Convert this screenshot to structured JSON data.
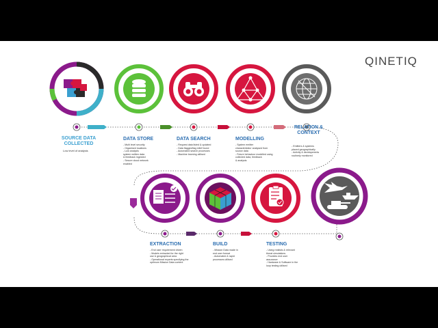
{
  "brand": {
    "logo": "QINETIQ"
  },
  "stages": [
    {
      "id": "source",
      "title": "SOURCE DATA COLLECTED",
      "desc": "Low level of analysis",
      "icon": "puzzle-icon",
      "color": "#3a9fd0"
    },
    {
      "id": "store",
      "title": "DATA STORE",
      "desc": "- Multi level security\n- Organised locations\n- Low analysis\n  system written data\n  & feedback ingested\n- Secure cloud network\n  enabled",
      "icon": "database-icon",
      "color": "#5cc13a"
    },
    {
      "id": "search",
      "title": "DATA SEARCH",
      "desc": "- Request data listed & updated\n- Data flagged/tag relief found\n- Automated search processes\n- Machine learning utilised",
      "icon": "binoculars-icon",
      "color": "#d6163f"
    },
    {
      "id": "modelling",
      "title": "MODELLING",
      "desc": "- System emitter\n  characteristics' analysed from\n  source data\n- Future behaviour modelled using\n  collected data, feedback\n  & analysis",
      "icon": "network-icon",
      "color": "#d6163f"
    },
    {
      "id": "relation",
      "title": "RELATION & CONTEXT",
      "desc": "- Emitters & systems\n  placed geographically\n- Activity & developments\n  routinely monitored",
      "icon": "globe-icon",
      "color": "#7a7a7a"
    },
    {
      "id": "extraction",
      "title": "EXTRACTION",
      "desc": "- End user requirement driven\n- Models extracted for the right\n  use & geographical area\n- Operational experts specifying the\n  optimum Mission Data content",
      "icon": "document-flow-icon",
      "color": "#8b1a8b"
    },
    {
      "id": "build",
      "title": "BUILD",
      "desc": "- Mission Data made in\n  end user format\n- Automated & rapid\n  processes utilised",
      "icon": "cube-icon",
      "color": "#8b1a8b"
    },
    {
      "id": "testing",
      "title": "TESTING",
      "desc": "- Using realistic & relevant\n  threat simulations\n- Provides end user\n  assurance\n- Hardware & Software in the\n  loop testing utilised",
      "icon": "checklist-icon",
      "color": "#d6163f"
    },
    {
      "id": "deploy",
      "title": "",
      "desc": "",
      "icon": "military-vehicles-icon",
      "color": "#8b1a8b"
    }
  ]
}
